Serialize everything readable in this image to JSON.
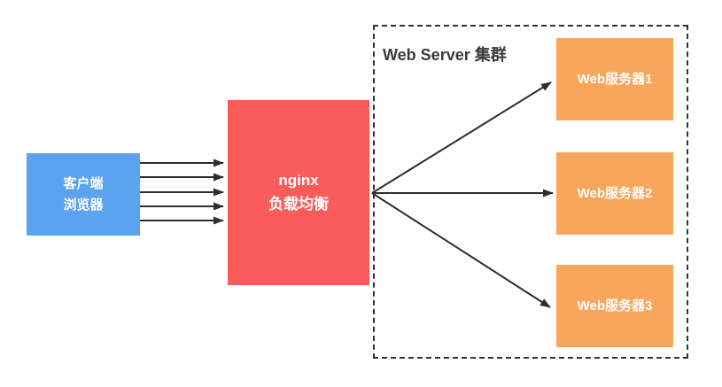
{
  "diagram": {
    "client": {
      "lines": [
        "客户端",
        "浏览器"
      ],
      "color": "#5BA2EF"
    },
    "nginx": {
      "lines": [
        "nginx",
        "负载均衡"
      ],
      "color": "#FA5C5C"
    },
    "cluster": {
      "title": "Web Server 集群",
      "border_color": "#333333",
      "server_color": "#F9A55C",
      "servers": [
        {
          "label": "Web服务器1"
        },
        {
          "label": "Web服务器2"
        },
        {
          "label": "Web服务器3"
        }
      ]
    },
    "arrows": {
      "color": "#2E2E2E",
      "client_to_nginx_count": 5,
      "nginx_to_server_count": 3
    }
  }
}
